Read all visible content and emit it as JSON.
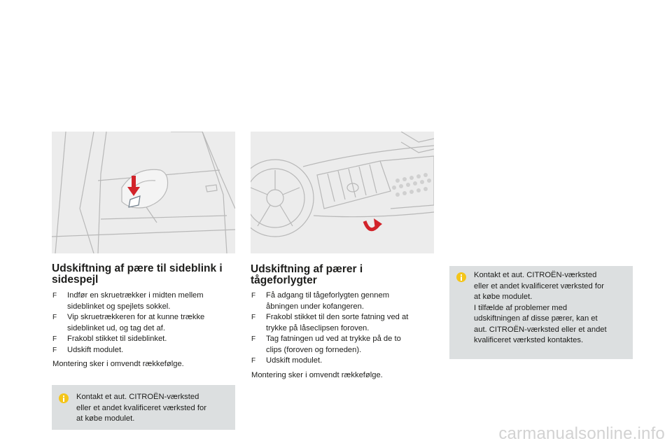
{
  "section1": {
    "title_line1": "Udskiftning af pære til sideblink i",
    "title_line2": "sidespejl",
    "steps": [
      {
        "bullet": "F",
        "line1": "Indfør en skruetrækker i midten mellem",
        "line2": "sideblinket og spejlets sokkel."
      },
      {
        "bullet": "F",
        "line1": "Vip skruetrækkeren for at kunne trække",
        "line2": "sideblinket ud, og tag det af."
      },
      {
        "bullet": "F",
        "line1": "Frakobl stikket til sideblinket.",
        "line2": ""
      },
      {
        "bullet": "F",
        "line1": "Udskift modulet.",
        "line2": ""
      }
    ],
    "note": "Montering sker i omvendt rækkefølge.",
    "info": [
      "Kontakt et aut. CITROËN-værksted",
      "eller et andet kvalificeret værksted for",
      "at købe modulet."
    ]
  },
  "section2": {
    "title_line1": "Udskiftning af pærer i",
    "title_line2": "tågeforlygter",
    "steps": [
      {
        "bullet": "F",
        "line1": "Få adgang til tågeforlygten gennem",
        "line2": "åbningen under kofangeren."
      },
      {
        "bullet": "F",
        "line1": "Frakobl stikket til den sorte fatning ved at",
        "line2": "trykke på låseclipsen foroven."
      },
      {
        "bullet": "F",
        "line1": "Tag fatningen ud ved at trykke på de to",
        "line2": "clips (foroven og forneden)."
      },
      {
        "bullet": "F",
        "line1": "Udskift modulet.",
        "line2": ""
      }
    ],
    "note": "Montering sker i omvendt rækkefølge."
  },
  "info_right": [
    "Kontakt et aut. CITROËN-værksted",
    "eller et andet kvalificeret værksted for",
    "at købe modulet.",
    "I tilfælde af problemer med",
    "udskiftningen af disse pærer, kan et",
    "aut. CITROËN-værksted eller et andet",
    "kvalificeret værksted kontaktes."
  ],
  "watermark": "carmanualsonline.info",
  "colors": {
    "arrow_red": "#d2232a",
    "info_box": "#dcdfe0",
    "info_icon": "#f4c51a",
    "illustration_bg": "#ececec"
  },
  "icons": [
    "info-icon",
    "red-arrow-down-icon",
    "red-curved-arrow-icon"
  ]
}
